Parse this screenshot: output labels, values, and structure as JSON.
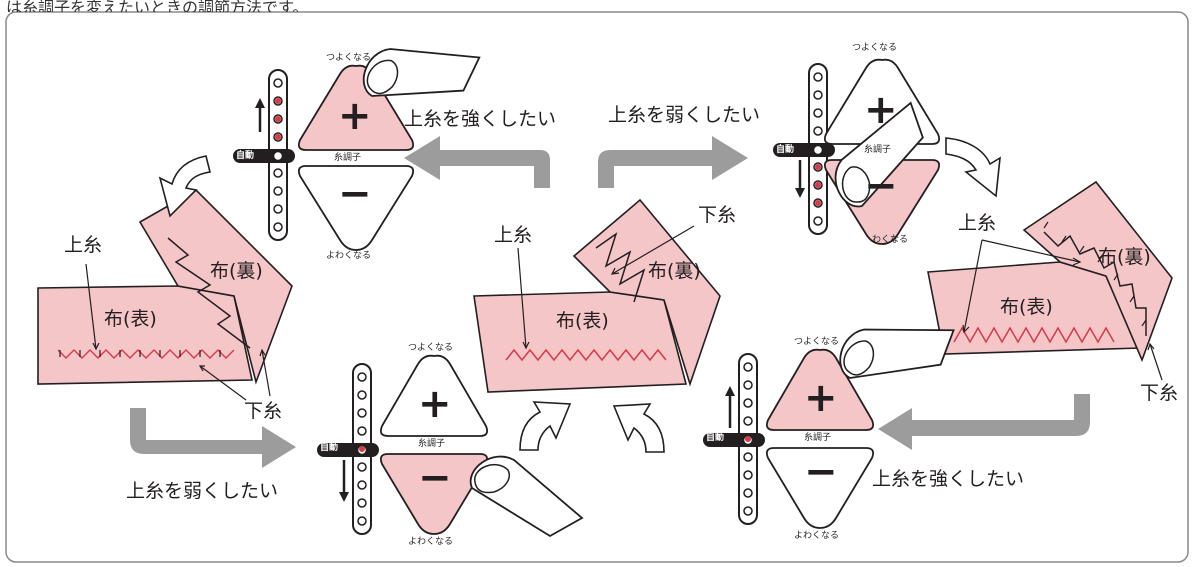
{
  "header_text": "は糸調子を変えたいときの調節方法です。",
  "labels": {
    "upper_thread": "上糸",
    "lower_thread": "下糸",
    "fabric_front": "布(表)",
    "fabric_back": "布(裏)",
    "stronger_upper": "上糸を強くしたい",
    "weaker_upper": "上糸を弱くしたい"
  },
  "control": {
    "plus": "+",
    "minus": "−",
    "stronger": "つよくなる",
    "weaker": "よわくなる",
    "tension": "糸調子",
    "auto": "自動",
    "weaker_partial": "わくなる"
  },
  "colors": {
    "fabric_pink": "#f5c6c8",
    "stitch_red": "#d83a4a",
    "arrow_gray": "#9c9c9c",
    "outline": "#231f20"
  }
}
